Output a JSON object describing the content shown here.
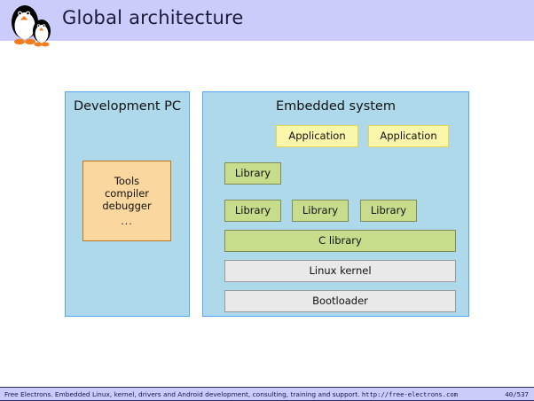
{
  "header": {
    "title": "Global architecture",
    "logo_name": "two-penguins-logo",
    "band_color": "#ccccfc"
  },
  "diagram": {
    "panels": [
      {
        "id": "development-pc",
        "title": "Development PC",
        "fill": "#aed9ea",
        "border": "#56a5f5",
        "boxes": [
          {
            "id": "tools",
            "lines": [
              "Tools",
              "compiler",
              "debugger"
            ],
            "dots": "...",
            "fill": "#fad79e",
            "border": "#c1741b"
          }
        ]
      },
      {
        "id": "embedded-system",
        "title": "Embedded system",
        "fill": "#aed9ea",
        "border": "#56a5f5",
        "rows": [
          {
            "id": "applications-row",
            "boxes": [
              {
                "label": "Application",
                "style": "app"
              },
              {
                "label": "Application",
                "style": "app"
              }
            ]
          },
          {
            "id": "library-row-top",
            "boxes": [
              {
                "label": "Library",
                "style": "lib"
              }
            ]
          },
          {
            "id": "library-row-mid",
            "boxes": [
              {
                "label": "Library",
                "style": "lib"
              },
              {
                "label": "Library",
                "style": "lib"
              },
              {
                "label": "Library",
                "style": "lib"
              }
            ]
          },
          {
            "id": "c-library-row",
            "boxes": [
              {
                "label": "C library",
                "style": "lib"
              }
            ]
          },
          {
            "id": "linux-kernel-row",
            "boxes": [
              {
                "label": "Linux kernel",
                "style": "gray"
              }
            ]
          },
          {
            "id": "bootloader-row",
            "boxes": [
              {
                "label": "Bootloader",
                "style": "gray"
              }
            ]
          }
        ]
      }
    ]
  },
  "footer": {
    "text": "Free Electrons. Embedded Linux, kernel, drivers and Android development, consulting, training and support.",
    "url": "http://free-electrons.com",
    "page": "40/537"
  }
}
